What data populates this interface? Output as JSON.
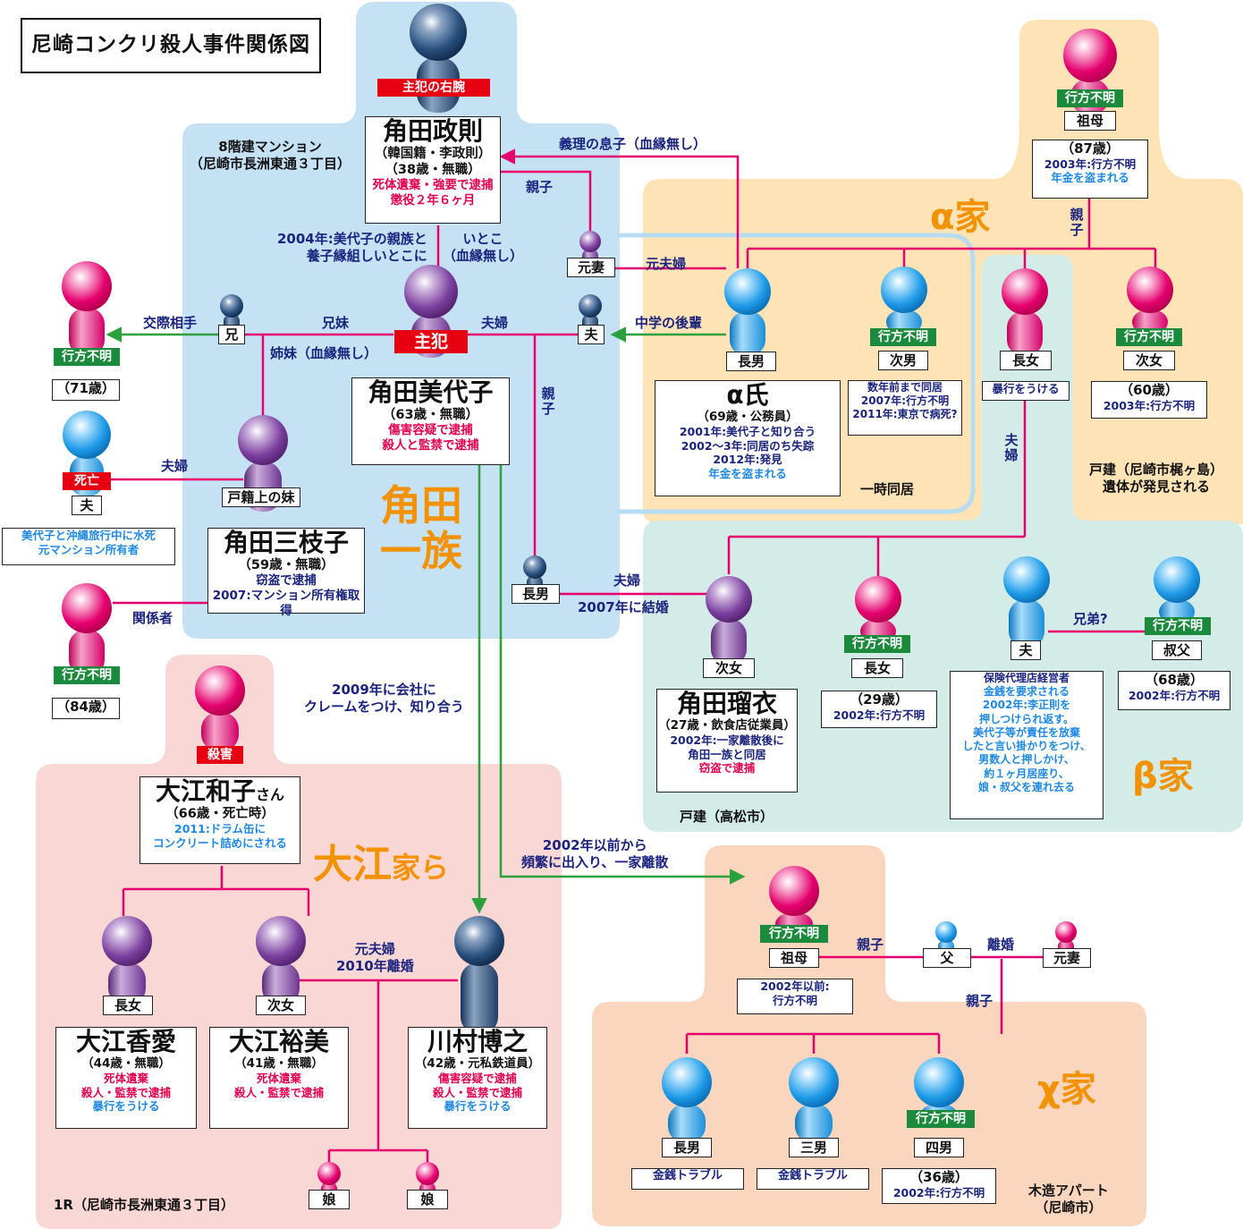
{
  "title": "尼崎コンクリ殺人事件関係図",
  "families": {
    "sumida": {
      "name1": "角田",
      "name2": "一族",
      "place": "8階建マンション\n（尼崎市長洲東通３丁目）"
    },
    "alpha": {
      "name": "α家",
      "place1": "一時同居",
      "place2": "戸建（尼崎市梶ヶ島）\n遺体が発見される"
    },
    "beta": {
      "name": "β家",
      "place": "戸建（高松市）"
    },
    "oe": {
      "name_main": "大江",
      "name_suffix": "家ら",
      "place": "1R（尼崎市長洲東通３丁目）"
    },
    "chi": {
      "name": "χ家",
      "place": "木造アパート\n（尼崎市）"
    }
  },
  "persons": {
    "masanori": {
      "badge": "主犯の右腕",
      "name": "角田政則",
      "l1": "（韓国籍・李政則）",
      "l2": "（38歳・無職）",
      "l3": "死体遺棄・強要で逮捕",
      "l4": "懲役２年６ヶ月"
    },
    "miyoko": {
      "badge": "主犯",
      "name": "角田美代子",
      "l1": "（63歳・無職）",
      "l2": "傷害容疑で逮捕",
      "l3": "殺人と監禁で逮捕"
    },
    "mieko": {
      "tag": "戸籍上の妹",
      "name": "角田三枝子",
      "l1": "（59歳・無職）",
      "l2": "窃盗で逮捕",
      "l3": "2007:マンション所有権取得"
    },
    "exwife": {
      "tag": "元妻"
    },
    "husband": {
      "tag": "夫"
    },
    "brother": {
      "tag": "兄"
    },
    "eldest_son_s": {
      "tag": "長男"
    },
    "partner": {
      "badge": "行方不明",
      "age": "（71歳）"
    },
    "mieko_husband": {
      "badge": "死亡",
      "tag": "夫",
      "l1": "美代子と沖縄旅行中に水死",
      "l2": "元マンション所有者"
    },
    "related": {
      "badge": "行方不明",
      "age": "（84歳）"
    },
    "alpha_grandma": {
      "badge": "行方不明",
      "tag": "祖母",
      "age": "（87歳）",
      "l1": "2003年:行方不明",
      "l2": "年金を盗まれる"
    },
    "alpha_son": {
      "tag": "長男",
      "name": "α氏",
      "l1": "（69歳・公務員）",
      "l2": "2001年:美代子と知り合う",
      "l3": "2002〜3年:同居のち失踪",
      "l4": "2012年:発見",
      "l5": "年金を盗まれる"
    },
    "alpha_second": {
      "badge": "行方不明",
      "tag": "次男",
      "l1": "数年前まで同居",
      "l2": "2007年:行方不明",
      "l3": "2011年:東京で病死?"
    },
    "alpha_eldest_d": {
      "tag": "長女",
      "l1": "暴行をうける"
    },
    "alpha_second_d": {
      "badge": "行方不明",
      "tag": "次女",
      "age": "（60歳）",
      "l1": "2003年:行方不明"
    },
    "rui": {
      "tag": "次女",
      "name": "角田瑠衣",
      "l1": "（27歳・飲食店従業員）",
      "l2": "2002年:一家離散後に",
      "l3": "角田一族と同居",
      "l4": "窃盗で逮捕"
    },
    "beta_eldest_d": {
      "badge": "行方不明",
      "tag": "長女",
      "age": "（29歳）",
      "l1": "2002年:行方不明"
    },
    "beta_husband": {
      "tag": "夫",
      "l1": "保険代理店経営者",
      "l2": "金銭を要求される",
      "l3": "2002年:李正則を",
      "l4": "押しつけられ返す。",
      "l5": "美代子等が責任を放棄",
      "l6": "したと言い掛かりをつけ、",
      "l7": "男数人と押しかけ、",
      "l8": "約１ヶ月居座り、",
      "l9": "娘・叔父を連れ去る"
    },
    "beta_uncle": {
      "badge": "行方不明",
      "tag": "叔父",
      "age": "（68歳）",
      "l1": "2002年:行方不明"
    },
    "kazuko": {
      "badge": "殺害",
      "name": "大江和子",
      "san": "さん",
      "l1": "（66歳・死亡時）",
      "l2": "2011:ドラム缶に",
      "l3": "コンクリート詰めにされる"
    },
    "kaori": {
      "tag": "長女",
      "name": "大江香愛",
      "l1": "（44歳・無職）",
      "l2": "死体遺棄",
      "l3": "殺人・監禁で逮捕",
      "l4": "暴行をうける"
    },
    "hiromi": {
      "tag": "次女",
      "name": "大江裕美",
      "l1": "（41歳・無職）",
      "l2": "死体遺棄",
      "l3": "殺人・監禁で逮捕"
    },
    "kawamura": {
      "name": "川村博之",
      "l1": "（42歳・元私鉄道員）",
      "l2": "傷害容疑で逮捕",
      "l3": "殺人・監禁で逮捕",
      "l4": "暴行をうける"
    },
    "daughter1": {
      "tag": "娘"
    },
    "daughter2": {
      "tag": "娘"
    },
    "chi_grandma": {
      "badge": "行方不明",
      "tag": "祖母",
      "l1": "2002年以前:",
      "l2": "行方不明"
    },
    "chi_father": {
      "tag": "父"
    },
    "chi_exwife": {
      "tag": "元妻"
    },
    "chi_eldest": {
      "tag": "長男",
      "l1": "金銭トラブル"
    },
    "chi_third": {
      "tag": "三男",
      "l1": "金銭トラブル"
    },
    "chi_fourth": {
      "badge": "行方不明",
      "tag": "四男",
      "age": "（36歳）",
      "l1": "2002年:行方不明"
    }
  },
  "relations": {
    "giri": "義理の息子（血縁無し）",
    "oyako1": "親子",
    "y2004": "2004年:美代子の親族と\n養子縁組しいとこに",
    "itoko": "いとこ\n（血縁無し）",
    "motofufu": "元夫婦",
    "kyodai": "兄妹",
    "fufu1": "夫婦",
    "kosai": "交際相手",
    "chugaku": "中学の後輩",
    "shimai": "姉妹（血縁無し）",
    "oyako2": "親子",
    "fufu2": "夫婦",
    "kankei": "関係者",
    "fufu3": "夫婦",
    "kekkon": "2007年に結婚",
    "alpha_oyako": "親子",
    "beta_fufu": "夫婦",
    "kyodai_q": "兄弟?",
    "claim": "2009年に会社に\nクレームをつけ、知り合う",
    "before2002": "2002年以前から\n頻繁に出入り、一家離散",
    "oe_motofufu": "元夫婦\n2010年離婚",
    "chi_oyako1": "親子",
    "chi_rikon": "離婚",
    "chi_oyako2": "親子"
  },
  "colors": {
    "pink": "#e5006e",
    "blue": "#1e9be8",
    "purple": "#7b3f9e",
    "navy": "#1c3f6e",
    "green": "#1b8a3c",
    "red": "#e60012",
    "orange": "#f39200"
  }
}
